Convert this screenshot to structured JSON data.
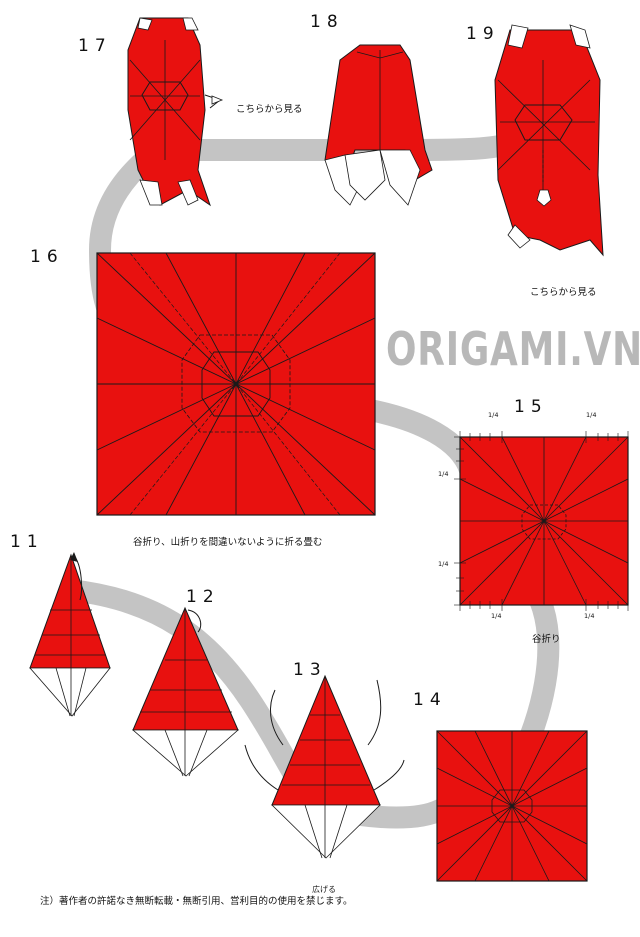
{
  "watermark": "ORIGAMI.VN",
  "steps": {
    "s11": "11",
    "s12": "12",
    "s13": "13",
    "s14": "14",
    "s15": "15",
    "s16": "16",
    "s17": "17",
    "s18": "18",
    "s19": "19"
  },
  "notes": {
    "view_from_here_17": "こちらから見る",
    "view_from_here_19": "こちらから見る",
    "fold_instruction_16": "谷折り、山折りを間違いないように折る畳む",
    "valley_fold_15": "谷折り",
    "label_14_partial": "広げる",
    "copyright": "注）著作者の許諾なき無断転載・無断引用、営利目的の使用を禁じます。"
  },
  "fraction_label": "1/4",
  "colors": {
    "paper_red": "#e8110f",
    "path_gray": "#c4c4c4",
    "line_dark": "#1a1a1a",
    "white_side": "#ffffff"
  }
}
